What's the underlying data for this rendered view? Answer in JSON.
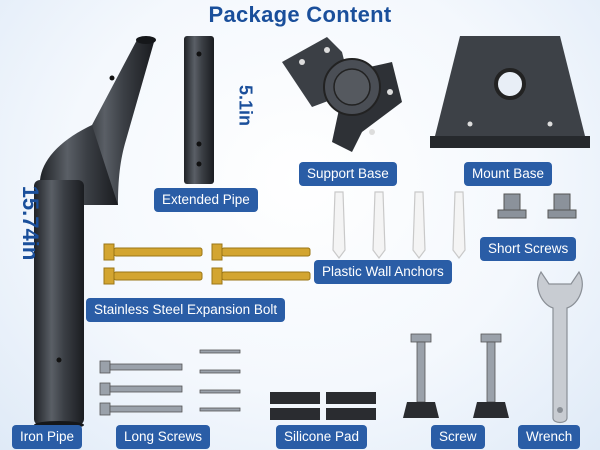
{
  "title": "Package Content",
  "dimensions": {
    "iron_pipe_length": "15.74in",
    "extended_pipe_length": "5.1in"
  },
  "labels": {
    "iron_pipe": "Iron Pipe",
    "extended_pipe": "Extended Pipe",
    "support_base": "Support Base",
    "mount_base": "Mount Base",
    "short_screws": "Short Screws",
    "plastic_wall_anchors": "Plastic Wall Anchors",
    "expansion_bolt": "Stainless Steel Expansion Bolt",
    "long_screws": "Long Screws",
    "silicone_pad": "Silicone Pad",
    "screw": "Screw",
    "wrench": "Wrench"
  },
  "colors": {
    "title": "#1a4f9b",
    "label_bg": "#2a5da6",
    "label_text": "#ffffff",
    "metal_dark": "#3a3d42",
    "brass": "#d3a531"
  }
}
